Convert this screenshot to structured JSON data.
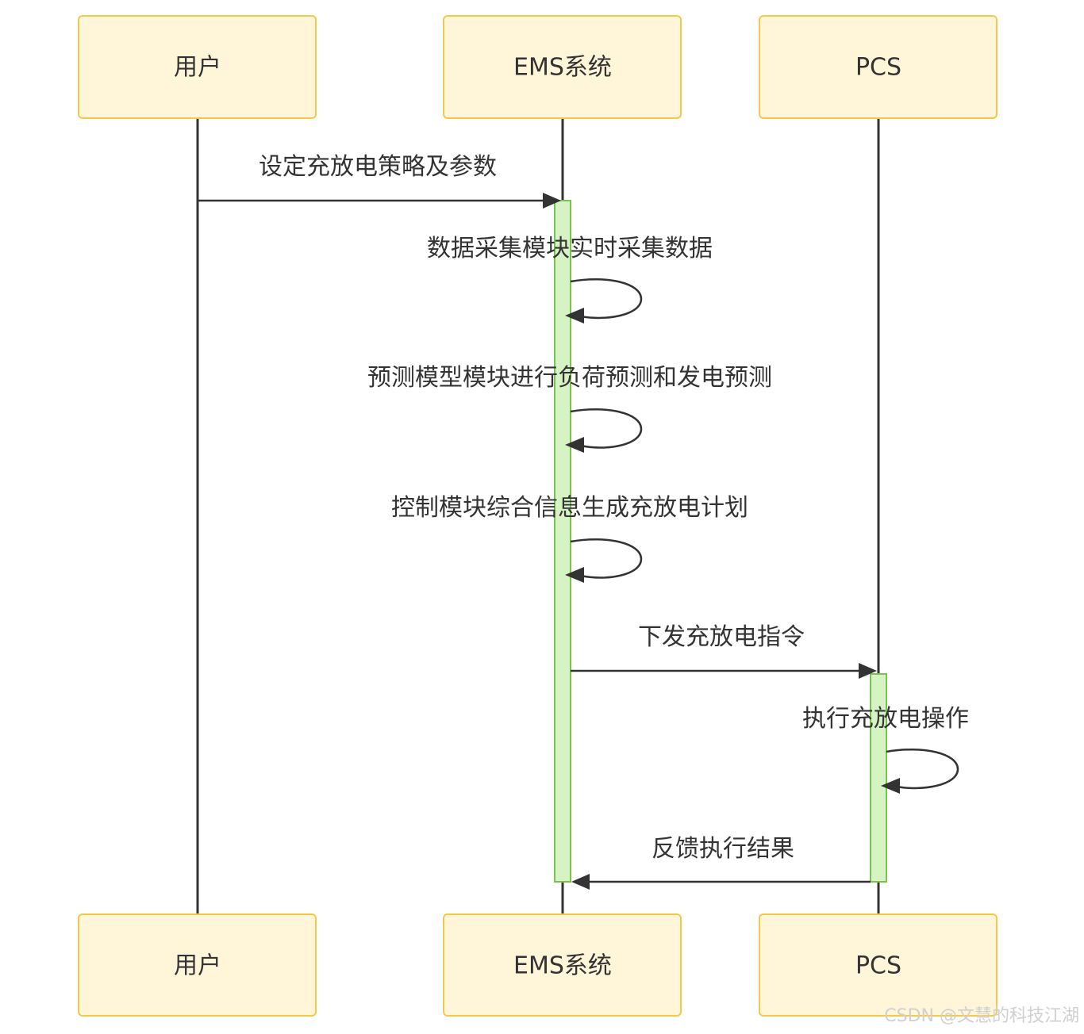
{
  "participants": {
    "user": "用户",
    "ems": "EMS系统",
    "pcs": "PCS"
  },
  "messages": {
    "m1": "设定充放电策略及参数",
    "m2": "数据采集模块实时采集数据",
    "m3": "预测模型模块进行负荷预测和发电预测",
    "m4": "控制模块综合信息生成充放电计划",
    "m5": "下发充放电指令",
    "m6": "执行充放电操作",
    "m7": "反馈执行结果"
  },
  "watermark": "CSDN @文慧的科技江湖",
  "colors": {
    "actor_fill": "#fff6d9",
    "actor_border": "#f2c94c",
    "activation_fill": "#d5f3c3",
    "activation_border": "#7ac24f",
    "line": "#333333"
  }
}
